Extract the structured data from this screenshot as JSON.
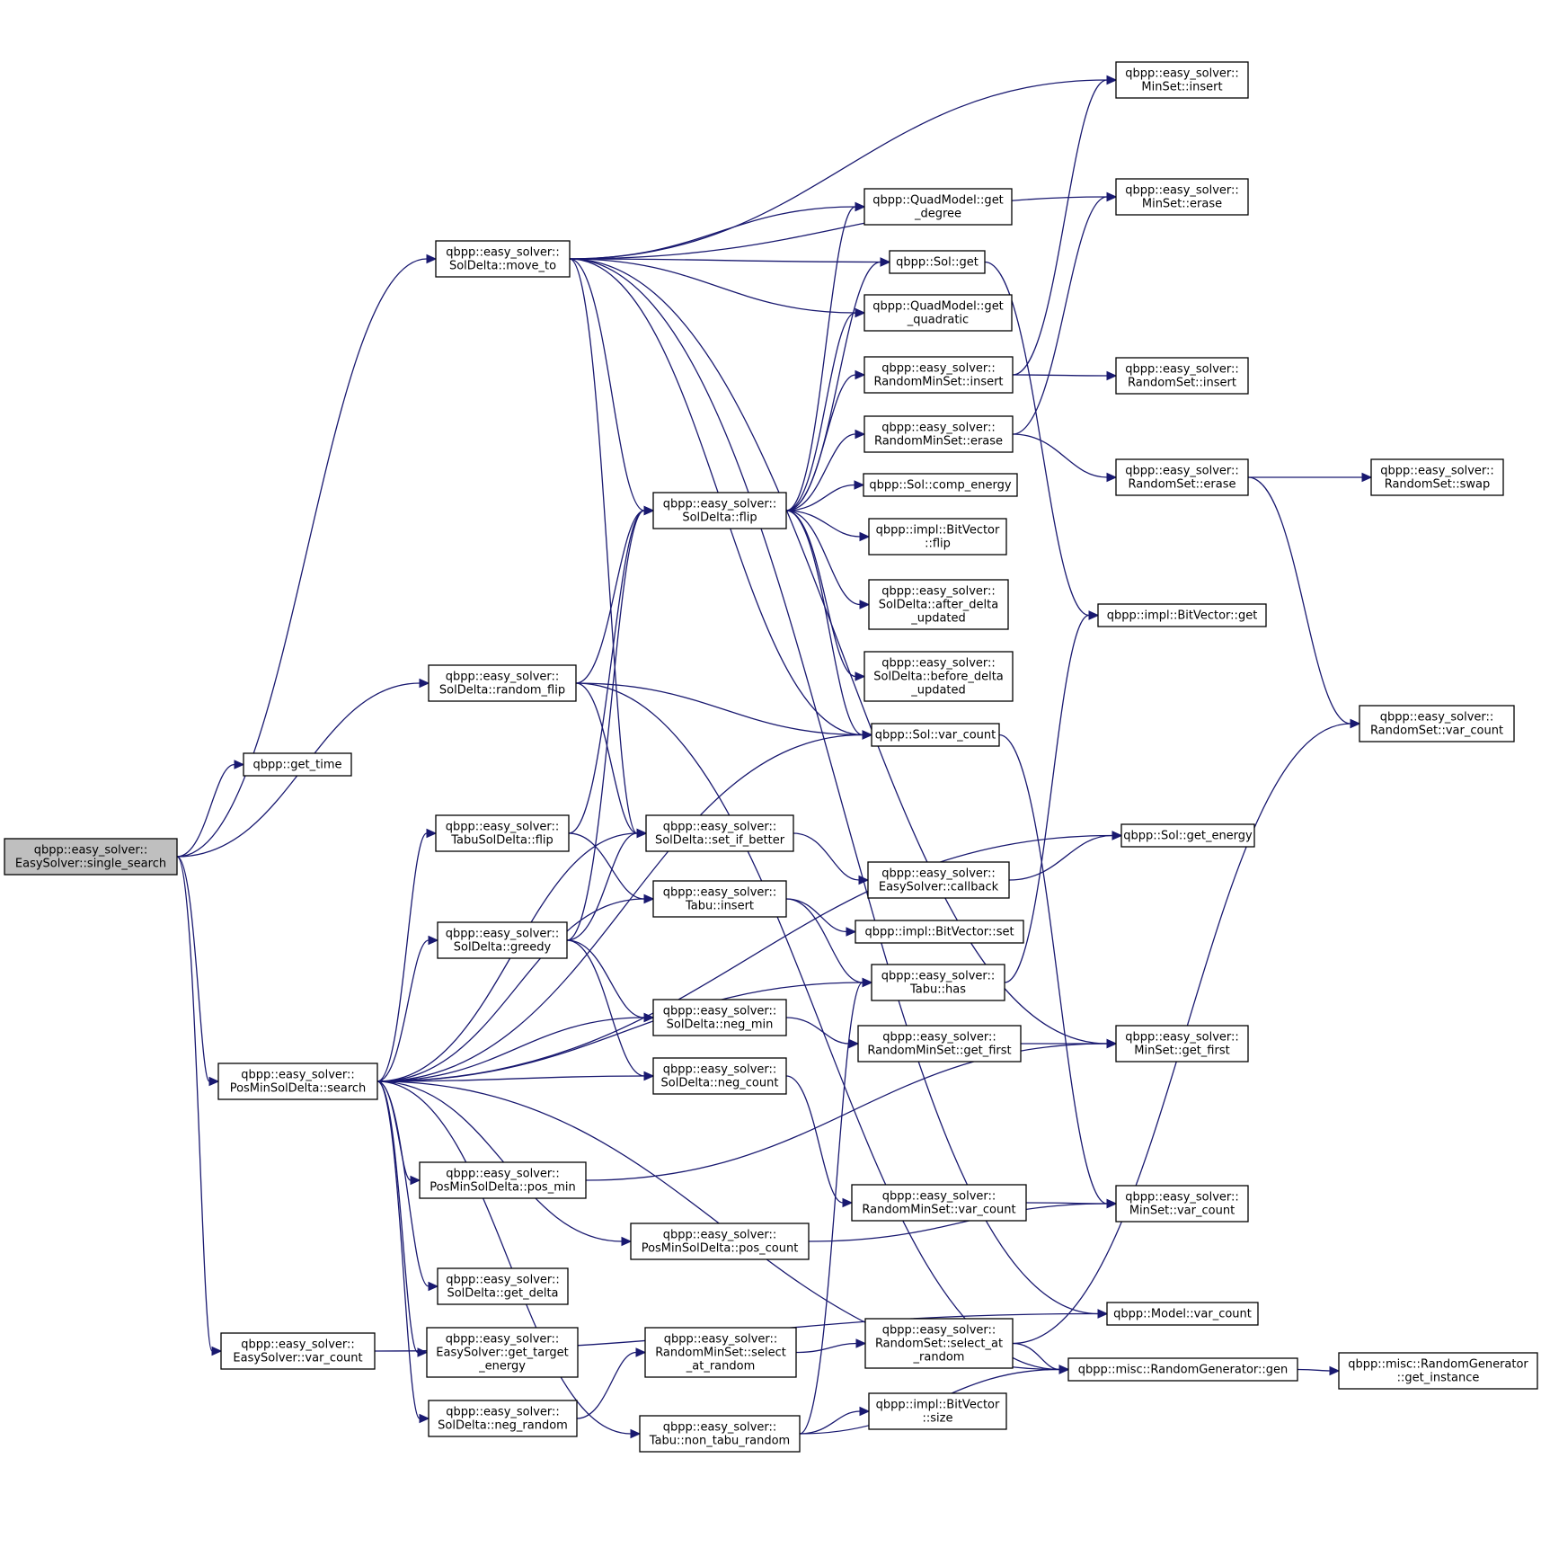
{
  "diagram": {
    "type": "call-graph",
    "root": "single_search",
    "colors": {
      "edge": "#191970",
      "node_border": "#000000",
      "root_fill": "#bfbfbf",
      "node_fill": "#ffffff"
    },
    "nodes": [
      {
        "id": "single_search",
        "lines": [
          "qbpp::easy_solver::",
          "EasySolver::single_search"
        ]
      },
      {
        "id": "get_time",
        "lines": [
          "qbpp::get_time"
        ]
      },
      {
        "id": "move_to",
        "lines": [
          "qbpp::easy_solver::",
          "SolDelta::move_to"
        ]
      },
      {
        "id": "random_flip",
        "lines": [
          "qbpp::easy_solver::",
          "SolDelta::random_flip"
        ]
      },
      {
        "id": "pm_search",
        "lines": [
          "qbpp::easy_solver::",
          "PosMinSolDelta::search"
        ]
      },
      {
        "id": "es_var_count",
        "lines": [
          "qbpp::easy_solver::",
          "EasySolver::var_count"
        ]
      },
      {
        "id": "tabu_flip",
        "lines": [
          "qbpp::easy_solver::",
          "TabuSolDelta::flip"
        ]
      },
      {
        "id": "greedy",
        "lines": [
          "qbpp::easy_solver::",
          "SolDelta::greedy"
        ]
      },
      {
        "id": "pos_min",
        "lines": [
          "qbpp::easy_solver::",
          "PosMinSolDelta::pos_min"
        ]
      },
      {
        "id": "get_delta",
        "lines": [
          "qbpp::easy_solver::",
          "SolDelta::get_delta"
        ]
      },
      {
        "id": "get_target_energy",
        "lines": [
          "qbpp::easy_solver::",
          "EasySolver::get_target",
          "_energy"
        ]
      },
      {
        "id": "neg_random",
        "lines": [
          "qbpp::easy_solver::",
          "SolDelta::neg_random"
        ]
      },
      {
        "id": "sd_flip",
        "lines": [
          "qbpp::easy_solver::",
          "SolDelta::flip"
        ]
      },
      {
        "id": "set_if_better",
        "lines": [
          "qbpp::easy_solver::",
          "SolDelta::set_if_better"
        ]
      },
      {
        "id": "tabu_insert",
        "lines": [
          "qbpp::easy_solver::",
          "Tabu::insert"
        ]
      },
      {
        "id": "neg_min",
        "lines": [
          "qbpp::easy_solver::",
          "SolDelta::neg_min"
        ]
      },
      {
        "id": "neg_count",
        "lines": [
          "qbpp::easy_solver::",
          "SolDelta::neg_count"
        ]
      },
      {
        "id": "pos_count",
        "lines": [
          "qbpp::easy_solver::",
          "PosMinSolDelta::pos_count"
        ]
      },
      {
        "id": "rms_select",
        "lines": [
          "qbpp::easy_solver::",
          "RandomMinSet::select",
          "_at_random"
        ]
      },
      {
        "id": "non_tabu_random",
        "lines": [
          "qbpp::easy_solver::",
          "Tabu::non_tabu_random"
        ]
      },
      {
        "id": "get_degree",
        "lines": [
          "qbpp::QuadModel::get",
          "_degree"
        ]
      },
      {
        "id": "sol_get",
        "lines": [
          "qbpp::Sol::get"
        ]
      },
      {
        "id": "get_quadratic",
        "lines": [
          "qbpp::QuadModel::get",
          "_quadratic"
        ]
      },
      {
        "id": "rms_insert",
        "lines": [
          "qbpp::easy_solver::",
          "RandomMinSet::insert"
        ]
      },
      {
        "id": "rms_erase",
        "lines": [
          "qbpp::easy_solver::",
          "RandomMinSet::erase"
        ]
      },
      {
        "id": "comp_energy",
        "lines": [
          "qbpp::Sol::comp_energy"
        ]
      },
      {
        "id": "bv_flip",
        "lines": [
          "qbpp::impl::BitVector",
          "::flip"
        ]
      },
      {
        "id": "after_delta",
        "lines": [
          "qbpp::easy_solver::",
          "SolDelta::after_delta",
          "_updated"
        ]
      },
      {
        "id": "before_delta",
        "lines": [
          "qbpp::easy_solver::",
          "SolDelta::before_delta",
          "_updated"
        ]
      },
      {
        "id": "sol_var_count",
        "lines": [
          "qbpp::Sol::var_count"
        ]
      },
      {
        "id": "es_callback",
        "lines": [
          "qbpp::easy_solver::",
          "EasySolver::callback"
        ]
      },
      {
        "id": "bv_set",
        "lines": [
          "qbpp::impl::BitVector::set"
        ]
      },
      {
        "id": "tabu_has",
        "lines": [
          "qbpp::easy_solver::",
          "Tabu::has"
        ]
      },
      {
        "id": "rms_get_first",
        "lines": [
          "qbpp::easy_solver::",
          "RandomMinSet::get_first"
        ]
      },
      {
        "id": "rms_var_count",
        "lines": [
          "qbpp::easy_solver::",
          "RandomMinSet::var_count"
        ]
      },
      {
        "id": "rs_select",
        "lines": [
          "qbpp::easy_solver::",
          "RandomSet::select_at",
          "_random"
        ]
      },
      {
        "id": "bv_size",
        "lines": [
          "qbpp::impl::BitVector",
          "::size"
        ]
      },
      {
        "id": "ms_insert",
        "lines": [
          "qbpp::easy_solver::",
          "MinSet::insert"
        ]
      },
      {
        "id": "ms_erase",
        "lines": [
          "qbpp::easy_solver::",
          "MinSet::erase"
        ]
      },
      {
        "id": "rs_insert",
        "lines": [
          "qbpp::easy_solver::",
          "RandomSet::insert"
        ]
      },
      {
        "id": "rs_erase",
        "lines": [
          "qbpp::easy_solver::",
          "RandomSet::erase"
        ]
      },
      {
        "id": "bv_get",
        "lines": [
          "qbpp::impl::BitVector::get"
        ]
      },
      {
        "id": "sol_get_energy",
        "lines": [
          "qbpp::Sol::get_energy"
        ]
      },
      {
        "id": "ms_get_first",
        "lines": [
          "qbpp::easy_solver::",
          "MinSet::get_first"
        ]
      },
      {
        "id": "ms_var_count",
        "lines": [
          "qbpp::easy_solver::",
          "MinSet::var_count"
        ]
      },
      {
        "id": "model_var_count",
        "lines": [
          "qbpp::Model::var_count"
        ]
      },
      {
        "id": "rg_gen",
        "lines": [
          "qbpp::misc::RandomGenerator::gen"
        ]
      },
      {
        "id": "rs_swap",
        "lines": [
          "qbpp::easy_solver::",
          "RandomSet::swap"
        ]
      },
      {
        "id": "rs_var_count",
        "lines": [
          "qbpp::easy_solver::",
          "RandomSet::var_count"
        ]
      },
      {
        "id": "rg_get_instance",
        "lines": [
          "qbpp::misc::RandomGenerator",
          "::get_instance"
        ]
      }
    ],
    "edges": [
      [
        "single_search",
        "get_time"
      ],
      [
        "single_search",
        "move_to"
      ],
      [
        "single_search",
        "random_flip"
      ],
      [
        "single_search",
        "pm_search"
      ],
      [
        "single_search",
        "es_var_count"
      ],
      [
        "move_to",
        "ms_insert"
      ],
      [
        "move_to",
        "ms_erase"
      ],
      [
        "move_to",
        "get_degree"
      ],
      [
        "move_to",
        "sol_get"
      ],
      [
        "move_to",
        "get_quadratic"
      ],
      [
        "move_to",
        "sd_flip"
      ],
      [
        "move_to",
        "sol_var_count"
      ],
      [
        "move_to",
        "set_if_better"
      ],
      [
        "move_to",
        "ms_get_first"
      ],
      [
        "move_to",
        "model_var_count"
      ],
      [
        "random_flip",
        "sd_flip"
      ],
      [
        "random_flip",
        "sol_var_count"
      ],
      [
        "random_flip",
        "set_if_better"
      ],
      [
        "random_flip",
        "rg_gen"
      ],
      [
        "pm_search",
        "sol_get_energy"
      ],
      [
        "pm_search",
        "set_if_better"
      ],
      [
        "pm_search",
        "tabu_flip"
      ],
      [
        "pm_search",
        "tabu_insert"
      ],
      [
        "pm_search",
        "greedy"
      ],
      [
        "pm_search",
        "tabu_has"
      ],
      [
        "pm_search",
        "neg_min"
      ],
      [
        "pm_search",
        "neg_count"
      ],
      [
        "pm_search",
        "sol_var_count"
      ],
      [
        "pm_search",
        "pos_min"
      ],
      [
        "pm_search",
        "pos_count"
      ],
      [
        "pm_search",
        "get_delta"
      ],
      [
        "pm_search",
        "get_target_energy"
      ],
      [
        "pm_search",
        "neg_random"
      ],
      [
        "pm_search",
        "non_tabu_random"
      ],
      [
        "pm_search",
        "rg_gen"
      ],
      [
        "es_var_count",
        "model_var_count"
      ],
      [
        "tabu_flip",
        "sd_flip"
      ],
      [
        "tabu_flip",
        "tabu_insert"
      ],
      [
        "greedy",
        "sd_flip"
      ],
      [
        "greedy",
        "set_if_better"
      ],
      [
        "greedy",
        "neg_min"
      ],
      [
        "greedy",
        "neg_count"
      ],
      [
        "pos_min",
        "ms_get_first"
      ],
      [
        "pos_count",
        "ms_var_count"
      ],
      [
        "neg_random",
        "rms_select"
      ],
      [
        "sd_flip",
        "get_degree"
      ],
      [
        "sd_flip",
        "sol_get"
      ],
      [
        "sd_flip",
        "get_quadratic"
      ],
      [
        "sd_flip",
        "rms_insert"
      ],
      [
        "sd_flip",
        "rms_erase"
      ],
      [
        "sd_flip",
        "comp_energy"
      ],
      [
        "sd_flip",
        "bv_flip"
      ],
      [
        "sd_flip",
        "after_delta"
      ],
      [
        "sd_flip",
        "before_delta"
      ],
      [
        "sd_flip",
        "sol_var_count"
      ],
      [
        "set_if_better",
        "es_callback"
      ],
      [
        "tabu_insert",
        "bv_set"
      ],
      [
        "tabu_insert",
        "tabu_has"
      ],
      [
        "neg_min",
        "rms_get_first"
      ],
      [
        "neg_count",
        "rms_var_count"
      ],
      [
        "rms_select",
        "rs_select"
      ],
      [
        "non_tabu_random",
        "tabu_has"
      ],
      [
        "non_tabu_random",
        "bv_size"
      ],
      [
        "non_tabu_random",
        "rg_gen"
      ],
      [
        "sol_get",
        "bv_get"
      ],
      [
        "rms_insert",
        "ms_insert"
      ],
      [
        "rms_insert",
        "rs_insert"
      ],
      [
        "rms_erase",
        "ms_erase"
      ],
      [
        "rms_erase",
        "rs_erase"
      ],
      [
        "sol_var_count",
        "ms_var_count"
      ],
      [
        "es_callback",
        "sol_get_energy"
      ],
      [
        "tabu_has",
        "bv_get"
      ],
      [
        "rms_get_first",
        "ms_get_first"
      ],
      [
        "rms_var_count",
        "ms_var_count"
      ],
      [
        "rs_select",
        "rs_var_count"
      ],
      [
        "rs_select",
        "rg_gen"
      ],
      [
        "rs_erase",
        "rs_swap"
      ],
      [
        "rs_erase",
        "rs_var_count"
      ],
      [
        "rg_gen",
        "rg_get_instance"
      ]
    ]
  }
}
